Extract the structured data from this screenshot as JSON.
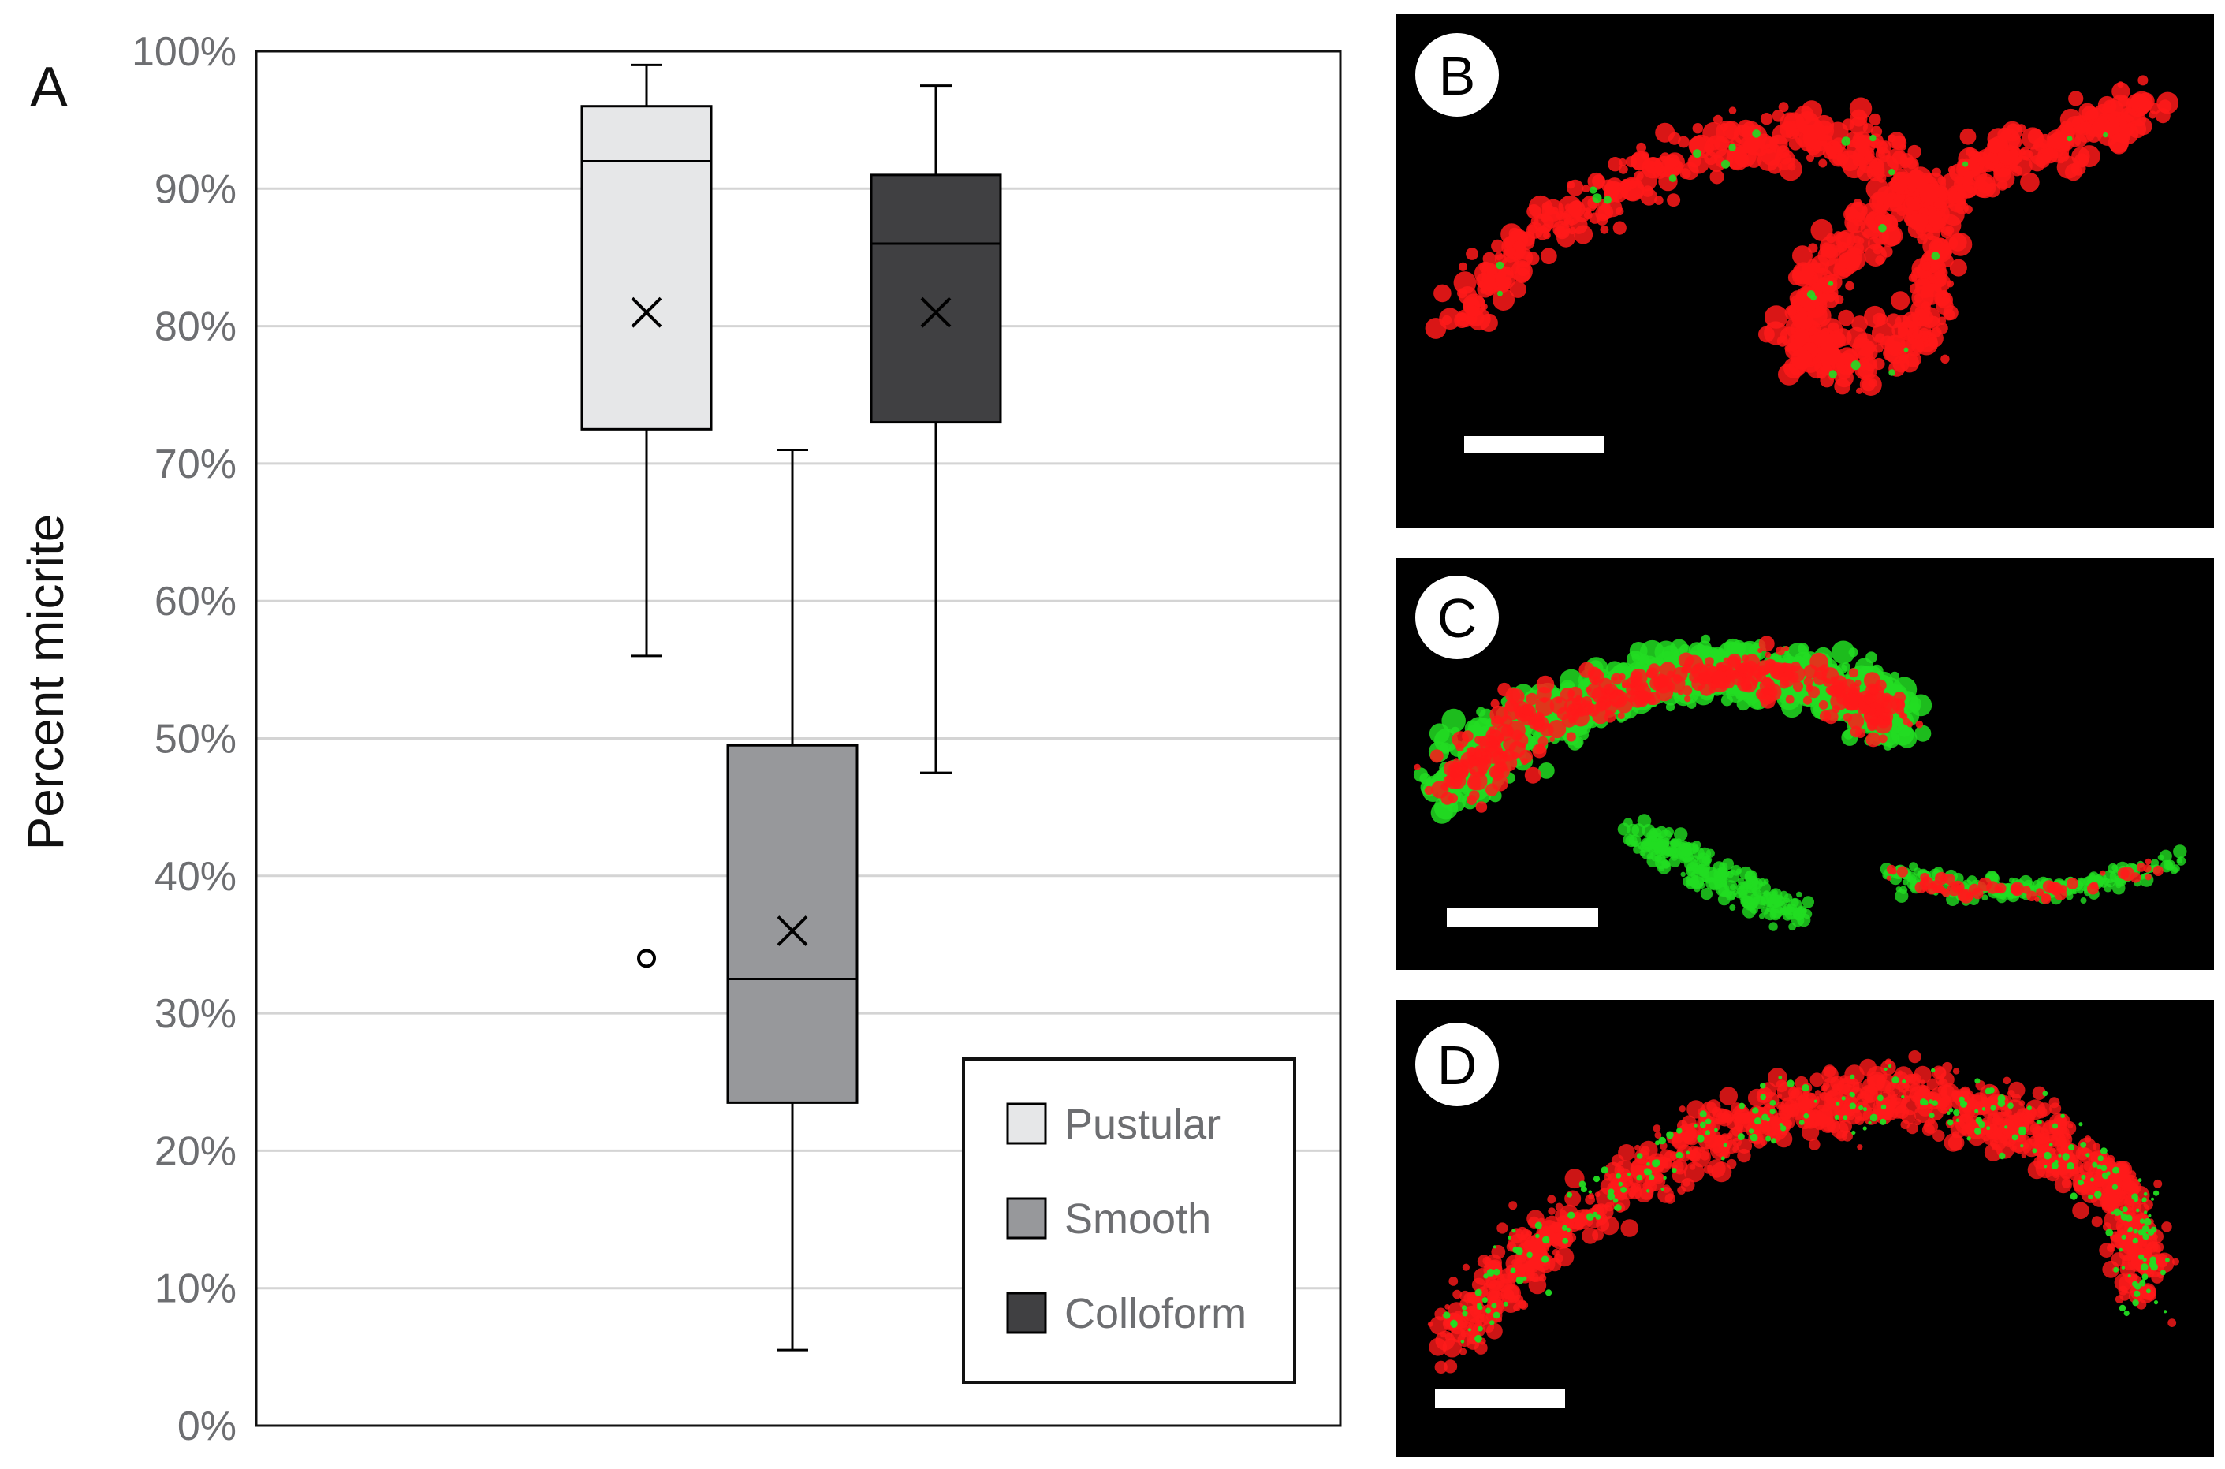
{
  "chart_data": {
    "type": "box",
    "panel_label": "A",
    "ylabel": "Percent micrite",
    "ylim": [
      0,
      100
    ],
    "ytick_values": [
      0,
      10,
      20,
      30,
      40,
      50,
      60,
      70,
      80,
      90,
      100
    ],
    "ytick_labels": [
      "0%",
      "10%",
      "20%",
      "30%",
      "40%",
      "50%",
      "60%",
      "70%",
      "80%",
      "90%",
      "100%"
    ],
    "grid": true,
    "legend_position": "bottom-right",
    "series": [
      {
        "name": "Pustular",
        "color": "#e6e7e8",
        "min": 56,
        "q1": 72.5,
        "median": 92,
        "q3": 96,
        "max": 99,
        "mean": 81,
        "outliers": [
          34
        ]
      },
      {
        "name": "Smooth",
        "color": "#97989b",
        "min": 5.5,
        "q1": 23.5,
        "median": 32.5,
        "q3": 49.5,
        "max": 71,
        "mean": 36,
        "outliers": []
      },
      {
        "name": "Colloform",
        "color": "#404042",
        "min": 47.5,
        "q1": 73,
        "median": 86,
        "q3": 91,
        "max": 97.5,
        "mean": 81,
        "outliers": []
      }
    ]
  },
  "micrographs": [
    {
      "label": "B",
      "colors": {
        "background": "#000000",
        "primary": "#ff1a1a",
        "secondary": "#22dd22"
      }
    },
    {
      "label": "C",
      "colors": {
        "background": "#000000",
        "primary": "#ff1a1a",
        "secondary": "#22dd22"
      }
    },
    {
      "label": "D",
      "colors": {
        "background": "#000000",
        "primary": "#ff1a1a",
        "secondary": "#22dd22"
      }
    }
  ]
}
